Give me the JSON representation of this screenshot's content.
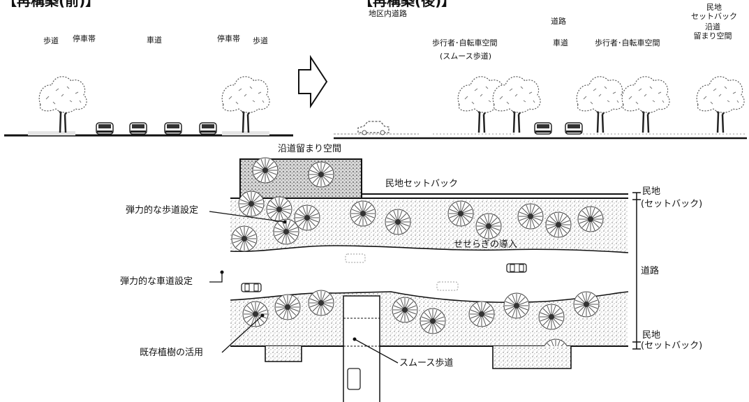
{
  "headers": {
    "before": "【再構築(前)】",
    "after": "【再構築(後)】"
  },
  "before_section": {
    "labels": [
      "歩道",
      "停車帯",
      "車道",
      "停車帯",
      "歩道"
    ]
  },
  "after_section": {
    "district_road": "地区内道路",
    "road": "道路",
    "private_top": [
      "民地",
      "セットバック"
    ],
    "ped_bike_1": "歩行者･自転車空間",
    "smooth_walk_paren": "(スムース歩道)",
    "carriageway": "車道",
    "ped_bike_2": "歩行者･自転車空間",
    "roadside_space": [
      "沿道",
      "留まり空間"
    ]
  },
  "plan": {
    "roadside_space": "沿道留まり空間",
    "private_setback": "民地セットバック",
    "elastic_sidewalk": "弾力的な歩道設定",
    "stream": "せせらぎの導入",
    "elastic_roadway": "弾力的な車道設定",
    "existing_trees": "既存植樹の活用",
    "smooth_sidewalk": "スムース歩道",
    "right_private_top": "民地",
    "right_setback_top": "(セットバック)",
    "right_road": "道路",
    "right_private_bottom": "民地",
    "right_setback_bottom": "(セットバック)"
  },
  "colors": {
    "ink": "#111111",
    "stipple": "#cfcfcf",
    "canopy": "#8a8a8a"
  }
}
